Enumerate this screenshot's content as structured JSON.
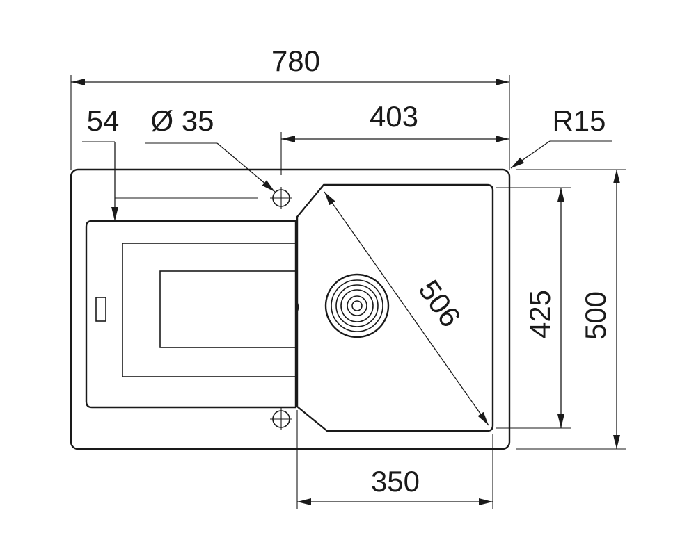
{
  "dimensions": {
    "overall_width": "780",
    "drainboard_offset": "54",
    "tap_hole_diameter": "Ø 35",
    "bowl_width": "403",
    "corner_radius": "R15",
    "bowl_diagonal": "506",
    "bowl_depth": "425",
    "overall_depth": "500",
    "bowl_inner_width": "350"
  }
}
